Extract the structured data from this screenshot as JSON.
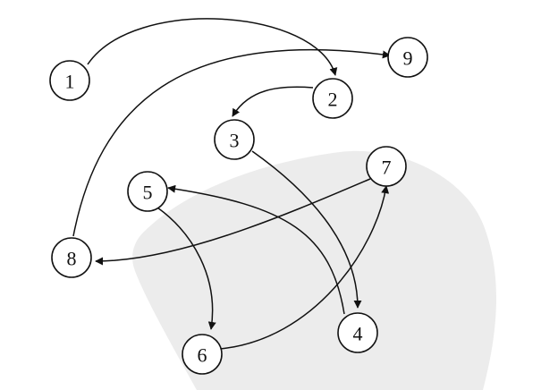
{
  "diagram": {
    "type": "directed-graph",
    "colors": {
      "node_stroke": "#111111",
      "node_fill": "#ffffff",
      "edge": "#111111",
      "watermark": "#dcdcdc"
    },
    "nodes": [
      {
        "id": "n1",
        "label": "1"
      },
      {
        "id": "n2",
        "label": "2"
      },
      {
        "id": "n3",
        "label": "3"
      },
      {
        "id": "n4",
        "label": "4"
      },
      {
        "id": "n5",
        "label": "5"
      },
      {
        "id": "n6",
        "label": "6"
      },
      {
        "id": "n7",
        "label": "7"
      },
      {
        "id": "n8",
        "label": "8"
      },
      {
        "id": "n9",
        "label": "9"
      }
    ],
    "edges": [
      {
        "from": "1",
        "to": "2"
      },
      {
        "from": "2",
        "to": "3"
      },
      {
        "from": "3",
        "to": "4"
      },
      {
        "from": "4",
        "to": "5"
      },
      {
        "from": "5",
        "to": "6"
      },
      {
        "from": "6",
        "to": "7"
      },
      {
        "from": "7",
        "to": "8"
      },
      {
        "from": "8",
        "to": "9"
      }
    ]
  }
}
